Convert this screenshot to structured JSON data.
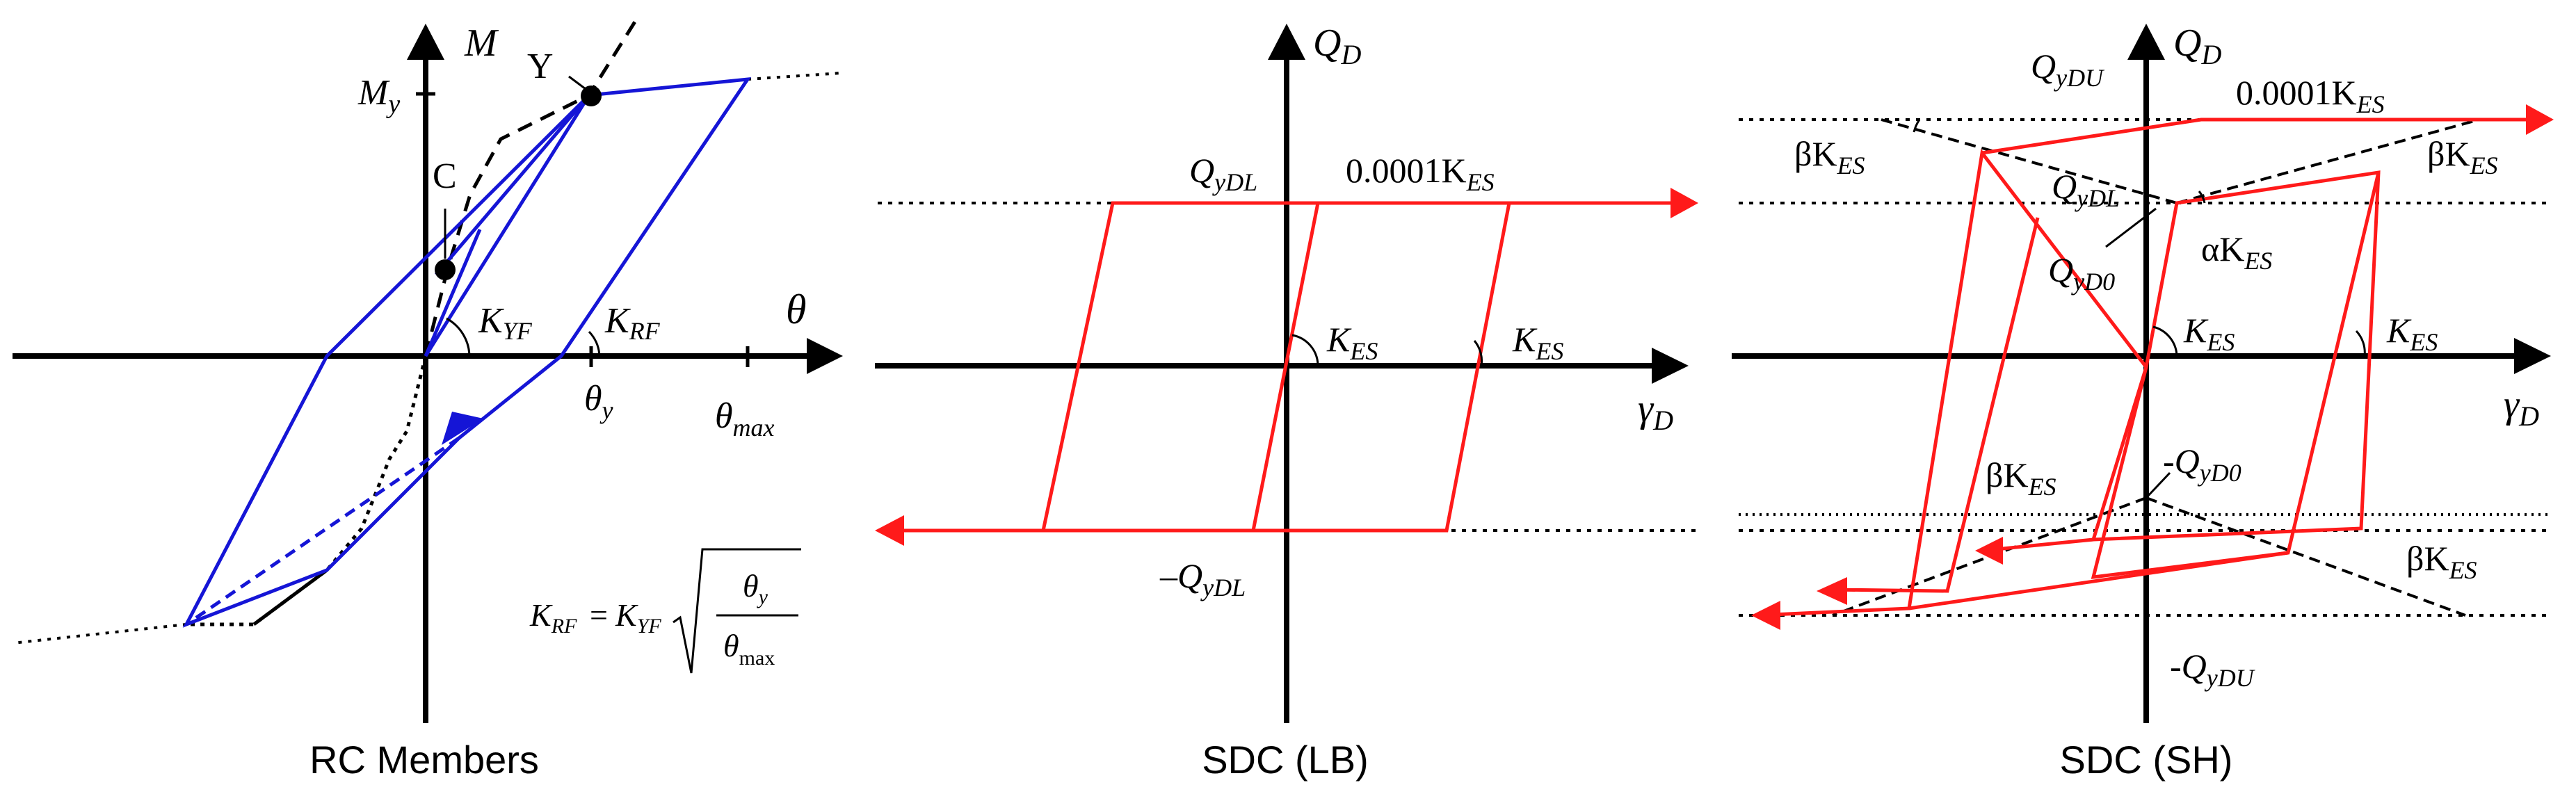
{
  "panels": {
    "rc": {
      "caption": "RC Members",
      "axis_y": "M",
      "axis_x": "θ",
      "my": "M",
      "my_sub": "y",
      "pt_c": "C",
      "pt_y": "Y",
      "kyf": "K",
      "kyf_sub": "YF",
      "krf": "K",
      "krf_sub": "RF",
      "thy": "θ",
      "thy_sub": "y",
      "thmax": "θ",
      "thmax_sub": "max",
      "f_lhs": "K",
      "f_lhs_sub": "RF",
      "f_eq": "=",
      "f_k": "K",
      "f_k_sub": "YF",
      "f_num": "θ",
      "f_num_sub": "y",
      "f_den": "θ",
      "f_den_sub": "max"
    },
    "lb": {
      "caption": "SDC (LB)",
      "axis_y": "Q",
      "axis_y_sub": "D",
      "axis_x": "γ",
      "axis_x_sub": "D",
      "qydl": "Q",
      "qydl_sub": "yDL",
      "neg_qydl": "–Q",
      "neg_qydl_sub": "yDL",
      "k_small": "0.0001K",
      "k_small_sub": "ES",
      "kes1": "K",
      "kes1_sub": "ES",
      "kes2": "K",
      "kes2_sub": "ES"
    },
    "sh": {
      "caption": "SDC (SH)",
      "axis_y": "Q",
      "axis_y_sub": "D",
      "axis_x": "γ",
      "axis_x_sub": "D",
      "qydu": "Q",
      "qydu_sub": "yDU",
      "k_small": "0.0001K",
      "k_small_sub": "ES",
      "bk1": "βK",
      "bk1_sub": "ES",
      "bk2": "βK",
      "bk2_sub": "ES",
      "qydl": "Q",
      "qydl_sub": "yDL",
      "qyd0": "Q",
      "qyd0_sub": "yD0",
      "ak": "αK",
      "ak_sub": "ES",
      "kes1": "K",
      "kes1_sub": "ES",
      "kes2": "K",
      "kes2_sub": "ES",
      "bk3": "βK",
      "bk3_sub": "ES",
      "neg_qyd0": "-Q",
      "neg_qyd0_sub": "yD0",
      "bk4": "βK",
      "bk4_sub": "ES",
      "neg_qydu": "-Q",
      "neg_qydu_sub": "yDU"
    }
  },
  "colors": {
    "axis": "#000000",
    "rc_loop": "#1515d6",
    "sdc_loop": "#ff1a1a",
    "guide": "#000000"
  }
}
